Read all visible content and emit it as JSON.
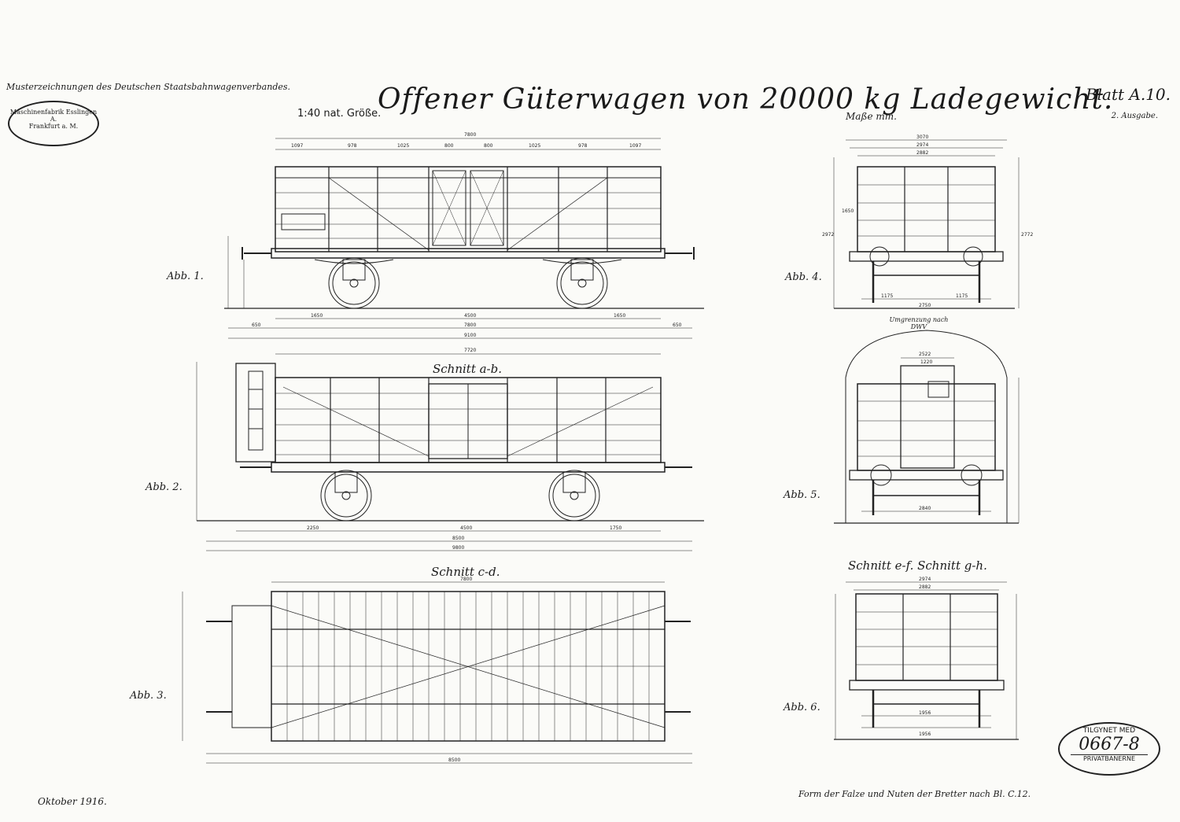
{
  "header": {
    "left_text": "Musterzeichnungen des Deutschen Staatsbahnwagenverbandes.",
    "title": "Offener Güterwagen von 20000 kg Ladegewicht.",
    "sheet": "Blatt A.10.",
    "edition": "2. Ausgabe.",
    "scale": "1:40 nat. Größe.",
    "units": "Maße mm."
  },
  "stamp": {
    "line1": "Maschinenfabrik Esslingen",
    "line2": "A.",
    "line3": "Frankfurt a. M."
  },
  "figures": {
    "abb1": "Abb. 1.",
    "abb2": "Abb. 2.",
    "abb3": "Abb. 3.",
    "abb4": "Abb. 4.",
    "abb5": "Abb. 5.",
    "abb6": "Abb. 6."
  },
  "sections": {
    "ab": "Schnitt a-b.",
    "cd": "Schnitt c-d.",
    "ef_gh": "Schnitt e-f.  Schnitt g-h.",
    "gauge": "Umgrenzung nach DWV"
  },
  "dimensions": {
    "side_top": [
      "1097",
      "978",
      "1025",
      "800",
      "800",
      "1025",
      "978",
      "1097"
    ],
    "side_total_top": "7800",
    "side_bottom": [
      "1650",
      "4500",
      "1650"
    ],
    "side_length": "7800",
    "side_buffer": "9100",
    "side_end": "650",
    "sec_total": "7720",
    "sec_bottom": [
      "2250",
      "4500",
      "1750"
    ],
    "sec_length": "8500",
    "sec_buffer": "9800",
    "plan_total": "7800",
    "plan_length": "8500",
    "end_widths": [
      "3070",
      "2974",
      "2882"
    ],
    "end_heights": [
      "2972",
      "1650",
      "2772"
    ],
    "end_bottom": [
      "1175",
      "1175"
    ],
    "end_gauge": "2750",
    "abb5_width": "2522",
    "abb5_inner": "1220",
    "abb5_base": "2840",
    "abb6_top": [
      "2974",
      "2882"
    ],
    "abb6_base": [
      "1956",
      "1956"
    ]
  },
  "footer": {
    "date": "Oktober 1916.",
    "note": "Form der Falze und Nuten der Bretter nach Bl. C.12."
  },
  "badge": {
    "top": "TILGYNET MED",
    "number": "0667-8",
    "bottom": "PRIVATBANERNE"
  }
}
